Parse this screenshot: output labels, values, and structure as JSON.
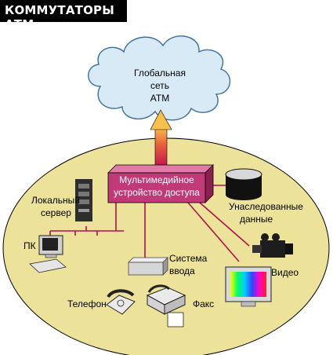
{
  "header": {
    "title": "КОММУТАТОРЫ АТМ"
  },
  "cloud": {
    "line1": "Глобальная",
    "line2": "сеть",
    "line3": "АТМ"
  },
  "device": {
    "line1": "Мультимедийное",
    "line2": "устройство доступа"
  },
  "labels": {
    "local_server_line1": "Локальный",
    "local_server_line2": "сервер",
    "pc": "ПК",
    "legacy_line1": "Унаследованные",
    "legacy_line2": "данные",
    "video": "Видео",
    "input_line1": "Система",
    "input_line2": "ввода",
    "phone": "Телефон",
    "fax": "Факс"
  },
  "colors": {
    "ellipse": "#ece29a",
    "cloud": "#d8eaf6",
    "device": "#c03a78",
    "link_line": "#b0124a",
    "arrow": "#f0aa40"
  }
}
